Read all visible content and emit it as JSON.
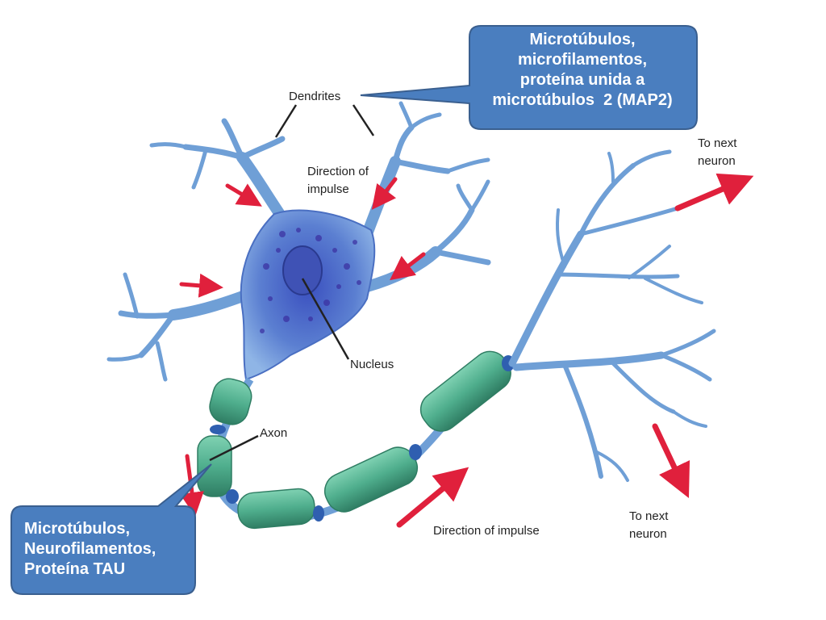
{
  "labels": {
    "dendrites": "Dendrites",
    "direction_top_1": "Direction of",
    "direction_top_2": "impulse",
    "nucleus": "Nucleus",
    "axon": "Axon",
    "next_neuron_top_1": "To next",
    "next_neuron_top_2": "neuron",
    "next_neuron_bottom_1": "To next",
    "next_neuron_bottom_2": "neuron",
    "direction_bottom": "Direction of impulse"
  },
  "callouts": {
    "top": [
      "Microtúbulos,",
      "microfilamentos,",
      "proteína unida a",
      "microtúbulos  2 (MAP2)"
    ],
    "bottom": [
      "Microtúbulos,",
      "Neurofilamentos,",
      "Proteína TAU"
    ]
  },
  "colors": {
    "callout_fill": "#4a7ebf",
    "callout_stroke": "#3a5f8f",
    "dendrite": "#6f9fd6",
    "soma": "#5b7fd1",
    "myelin": "#4fae8d",
    "node": "#2f5fb0",
    "arrow": "#e0203c"
  }
}
